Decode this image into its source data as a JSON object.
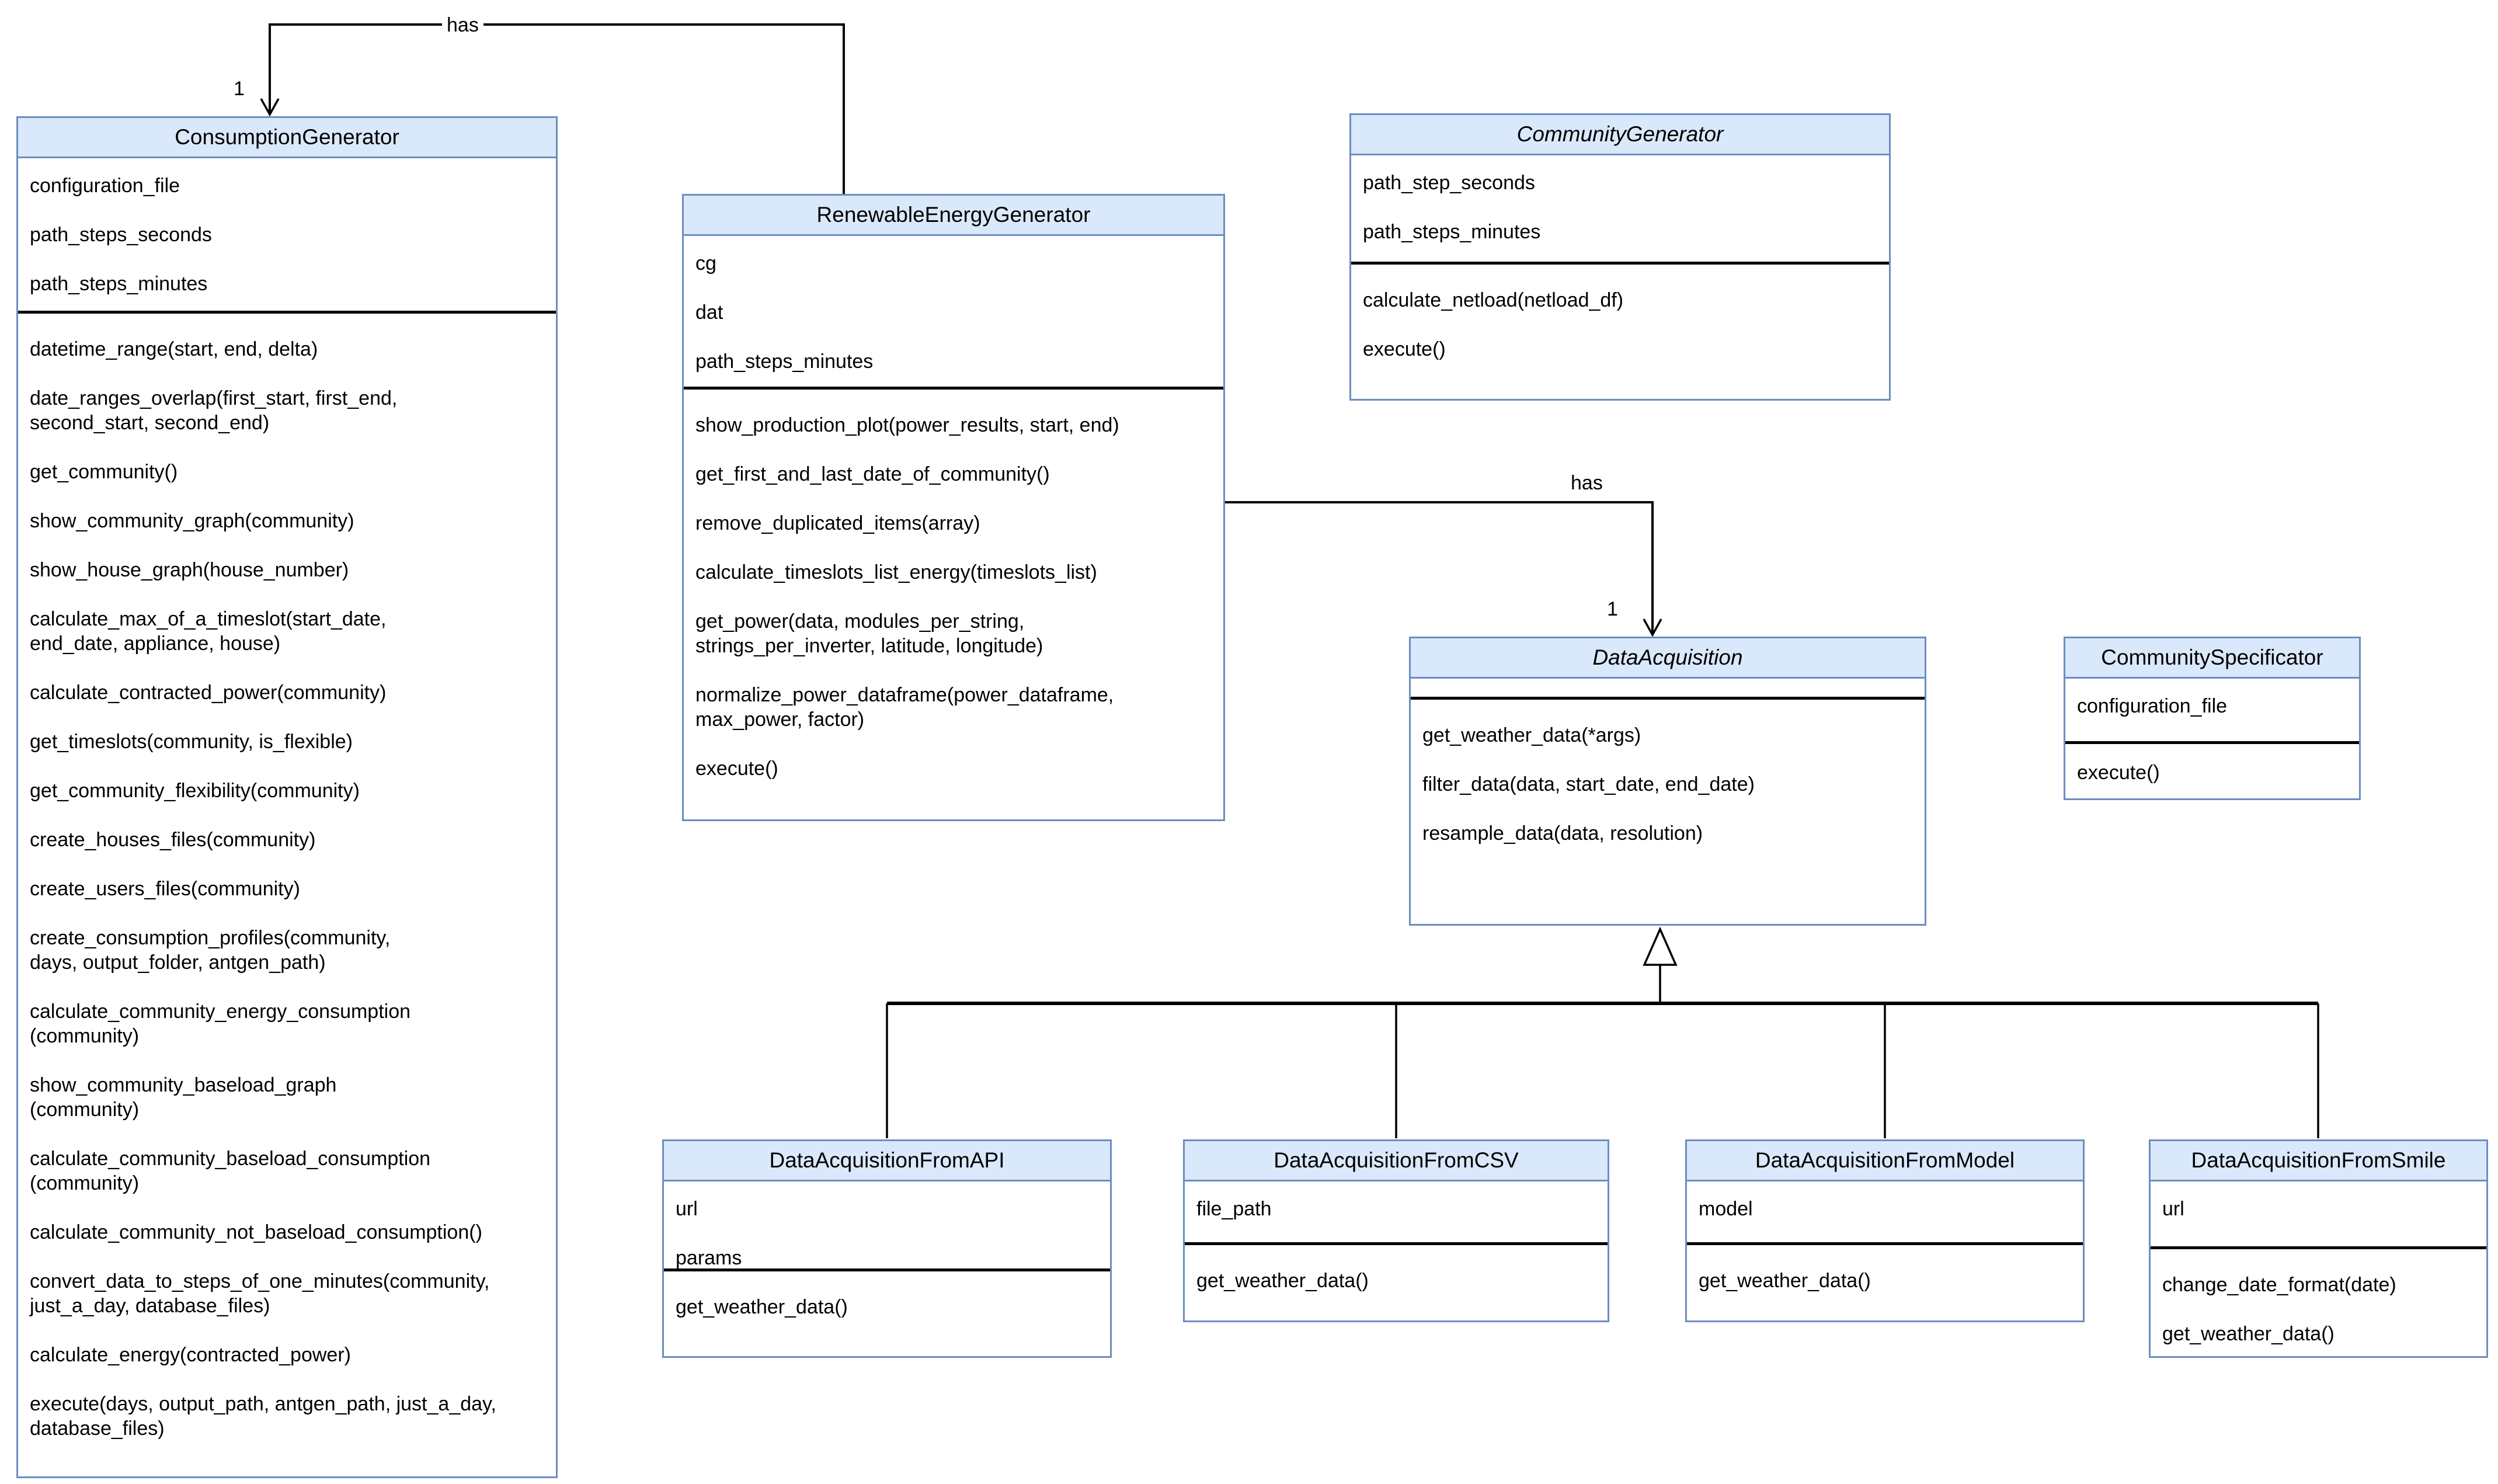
{
  "diagram": {
    "colors": {
      "header_fill": "#dae8fc",
      "box_stroke": "#6c8ebf",
      "divider": "#000000",
      "connector": "#000000",
      "text": "#000000",
      "background": "#ffffff"
    },
    "classes": [
      {
        "name": "ConsumptionGenerator",
        "abstract": false,
        "attributes": [
          "configuration_file",
          "path_steps_seconds",
          "path_steps_minutes"
        ],
        "methods": [
          "datetime_range(start, end, delta)",
          "date_ranges_overlap(first_start, first_end,\nsecond_start, second_end)",
          "get_community()",
          "show_community_graph(community)",
          "show_house_graph(house_number)",
          "calculate_max_of_a_timeslot(start_date,\nend_date, appliance, house)",
          "calculate_contracted_power(community)",
          "get_timeslots(community, is_flexible)",
          "get_community_flexibility(community)",
          "create_houses_files(community)",
          "create_users_files(community)",
          "create_consumption_profiles(community,\ndays, output_folder, antgen_path)",
          "calculate_community_energy_consumption\n(community)",
          "show_community_baseload_graph\n(community)",
          "calculate_community_baseload_consumption\n(community)",
          "calculate_community_not_baseload_consumption()",
          "convert_data_to_steps_of_one_minutes(community,\njust_a_day, database_files)",
          "calculate_energy(contracted_power)",
          "execute(days, output_path, antgen_path, just_a_day,\ndatabase_files)"
        ]
      },
      {
        "name": "RenewableEnergyGenerator",
        "abstract": false,
        "attributes": [
          "cg",
          "dat",
          "path_steps_minutes"
        ],
        "methods": [
          "show_production_plot(power_results, start, end)",
          "get_first_and_last_date_of_community()",
          "remove_duplicated_items(array)",
          "calculate_timeslots_list_energy(timeslots_list)",
          "get_power(data, modules_per_string,\nstrings_per_inverter, latitude, longitude)",
          "normalize_power_dataframe(power_dataframe,\nmax_power, factor)",
          "execute()"
        ]
      },
      {
        "name": "CommunityGenerator",
        "abstract": true,
        "attributes": [
          "path_step_seconds",
          "path_steps_minutes"
        ],
        "methods": [
          "calculate_netload(netload_df)",
          "execute()"
        ]
      },
      {
        "name": "DataAcquisition",
        "abstract": true,
        "attributes": [],
        "methods": [
          "get_weather_data(*args)",
          "filter_data(data, start_date, end_date)",
          "resample_data(data, resolution)"
        ]
      },
      {
        "name": "CommunitySpecificator",
        "abstract": false,
        "attributes": [
          "configuration_file"
        ],
        "methods": [
          "execute()"
        ]
      },
      {
        "name": "DataAcquisitionFromAPI",
        "abstract": false,
        "attributes": [
          "url",
          "params"
        ],
        "methods": [
          "get_weather_data()"
        ]
      },
      {
        "name": "DataAcquisitionFromCSV",
        "abstract": false,
        "attributes": [
          "file_path"
        ],
        "methods": [
          "get_weather_data()"
        ]
      },
      {
        "name": "DataAcquisitionFromModel",
        "abstract": false,
        "attributes": [
          "model"
        ],
        "methods": [
          "get_weather_data()"
        ]
      },
      {
        "name": "DataAcquisitionFromSmile",
        "abstract": false,
        "attributes": [
          "url"
        ],
        "methods": [
          "change_date_format(date)",
          "get_weather_data()"
        ]
      }
    ],
    "edges": [
      {
        "label": "has",
        "multiplicity": "1"
      },
      {
        "label": "has",
        "multiplicity": "1"
      }
    ]
  }
}
